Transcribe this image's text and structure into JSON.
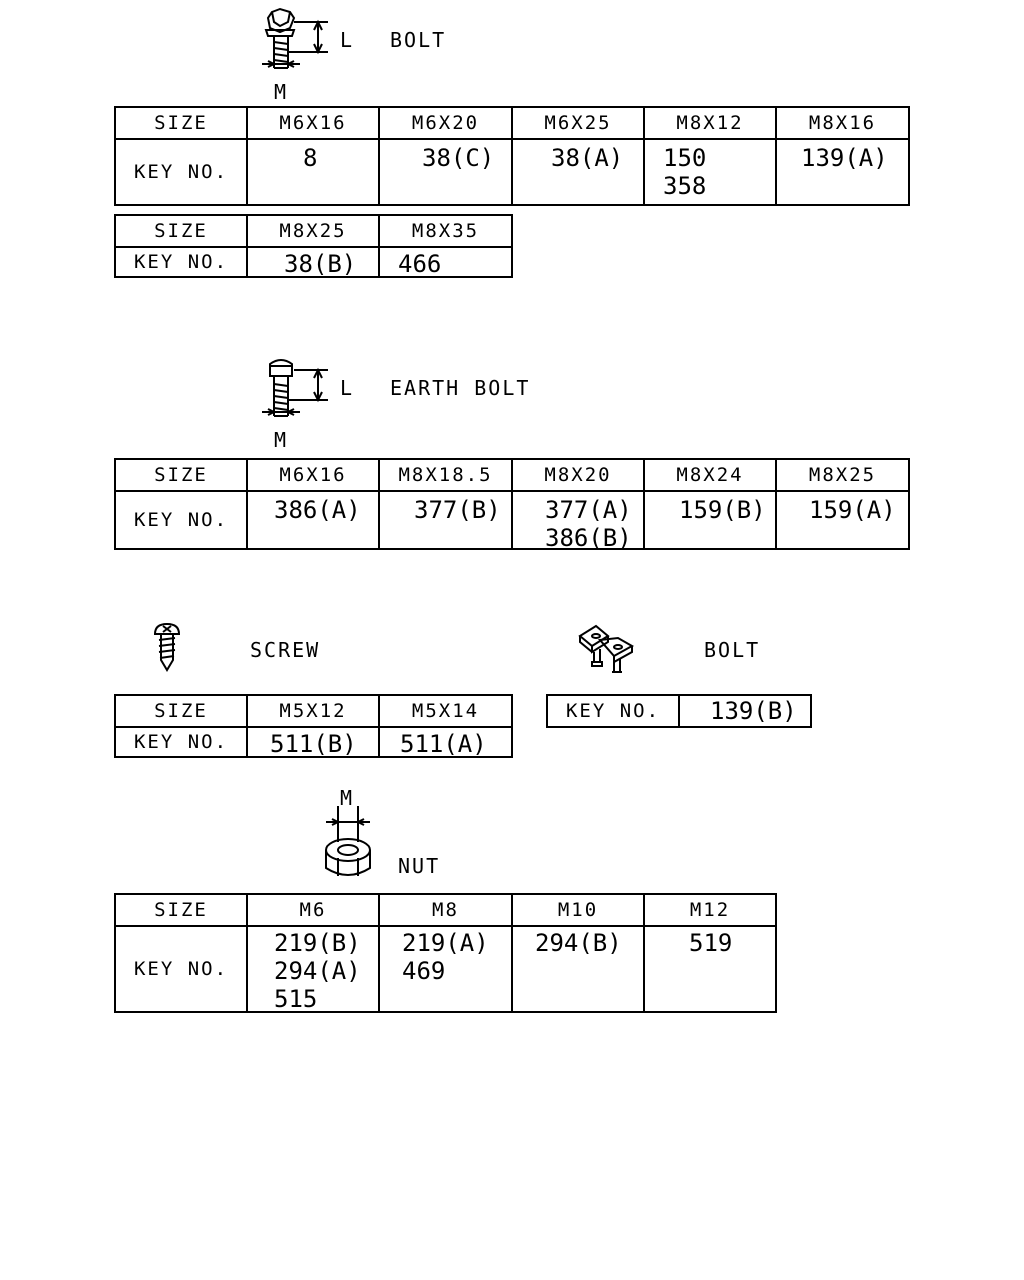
{
  "sections": {
    "bolt": {
      "title": "BOLT",
      "dim_l": "L",
      "dim_m": "M",
      "table1": {
        "headers": [
          "SIZE",
          "M6X16",
          "M6X20",
          "M6X25",
          "M8X12",
          "M8X16"
        ],
        "row_label": "KEY NO.",
        "values": [
          [
            "8"
          ],
          [
            "38(C)"
          ],
          [
            "38(A)"
          ],
          [
            "150",
            "358"
          ],
          [
            "139(A)"
          ]
        ]
      },
      "table2": {
        "headers": [
          "SIZE",
          "M8X25",
          "M8X35"
        ],
        "row_label": "KEY NO.",
        "values": [
          [
            "38(B)"
          ],
          [
            "466"
          ]
        ]
      }
    },
    "earth_bolt": {
      "title": "EARTH BOLT",
      "dim_l": "L",
      "dim_m": "M",
      "table": {
        "headers": [
          "SIZE",
          "M6X16",
          "M8X18.5",
          "M8X20",
          "M8X24",
          "M8X25"
        ],
        "row_label": "KEY NO.",
        "values": [
          [
            "386(A)"
          ],
          [
            "377(B)"
          ],
          [
            "377(A)",
            "386(B)"
          ],
          [
            "159(B)"
          ],
          [
            "159(A)"
          ]
        ]
      }
    },
    "screw": {
      "title": "SCREW",
      "table": {
        "headers": [
          "SIZE",
          "M5X12",
          "M5X14"
        ],
        "row_label": "KEY NO.",
        "values": [
          [
            "511(B)"
          ],
          [
            "511(A)"
          ]
        ]
      }
    },
    "bracket_bolt": {
      "title": "BOLT",
      "row_label": "KEY NO.",
      "value": "139(B)"
    },
    "nut": {
      "title": "NUT",
      "dim_m": "M",
      "table": {
        "headers": [
          "SIZE",
          "M6",
          "M8",
          "M10",
          "M12"
        ],
        "row_label": "KEY NO.",
        "values": [
          [
            "219(B)",
            "294(A)",
            "515"
          ],
          [
            "219(A)",
            "469"
          ],
          [
            "294(B)"
          ],
          [
            "519"
          ]
        ]
      }
    }
  }
}
